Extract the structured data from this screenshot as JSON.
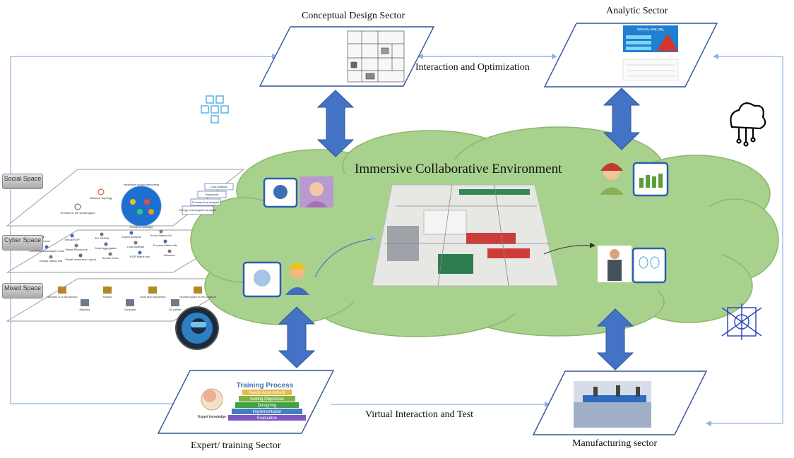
{
  "cloud": {
    "title": "Immersive Collaborative Environment"
  },
  "sectors": {
    "conceptual_design": "Conceptual Design Sector",
    "analytic": "Analytic Sector",
    "expert_training": "Expert/ training  Sector",
    "manufacturing": "Manufacturing sector"
  },
  "connections": {
    "top": "Interaction and Optimization",
    "bottom": "Virtual Interaction and Test"
  },
  "spaces": {
    "social": "Social Space",
    "cyber": "Cyber Space",
    "mixed": "Mixed Space"
  },
  "layer_details": {
    "social": {
      "nodes": [
        "Immersive social networking",
        "Network Topology",
        "Humans in the social space",
        "Human knowledge"
      ],
      "analyses": [
        "Cost analysis",
        "Ergonomic",
        "Process time analysis",
        "Energy Consumption analysis"
      ]
    },
    "cyber": {
      "nodes": [
        "Digital Clone",
        "Conventional Analysis Tools",
        "Design Status info",
        "Virtual ROP",
        "Virtual Resources",
        "Virtual Immersive Layout",
        "SIX SIGMA",
        "Data Aggregation",
        "Human Crew",
        "Expert Analysis",
        "Loss Analysis",
        "ROP Status info",
        "Know Status info",
        "Process Status info",
        "Behavior"
      ]
    },
    "mixed": {
      "nodes": [
        "Humans in a real factory",
        "Machine",
        "Robots",
        "Computer",
        "Tools and equipment",
        "3D-printer",
        "Human space in the physical"
      ]
    }
  },
  "training": {
    "title": "Training Process",
    "steps": [
      "Needs Assessment",
      "Setting Objectives",
      "Designing",
      "Implementation",
      "Evaluation"
    ],
    "caption": "Expert knowledge",
    "step_colors": [
      "#e8b94a",
      "#7cb342",
      "#43a047",
      "#3f7fbf",
      "#7e57c2"
    ]
  },
  "analytic_card": {
    "title": "Takt time formula"
  },
  "colors": {
    "cloud_fill": "#a9d18e",
    "arrow_blue": "#4472c4",
    "connector": "#8fb3de",
    "sector_border": "#2f5597"
  },
  "icons": [
    "blockchain-cubes-icon",
    "cloud-network-icon",
    "vr-headset-user-icon",
    "vr-grid-face-icon",
    "worker-avatar-icon",
    "woman-avatar-icon"
  ]
}
